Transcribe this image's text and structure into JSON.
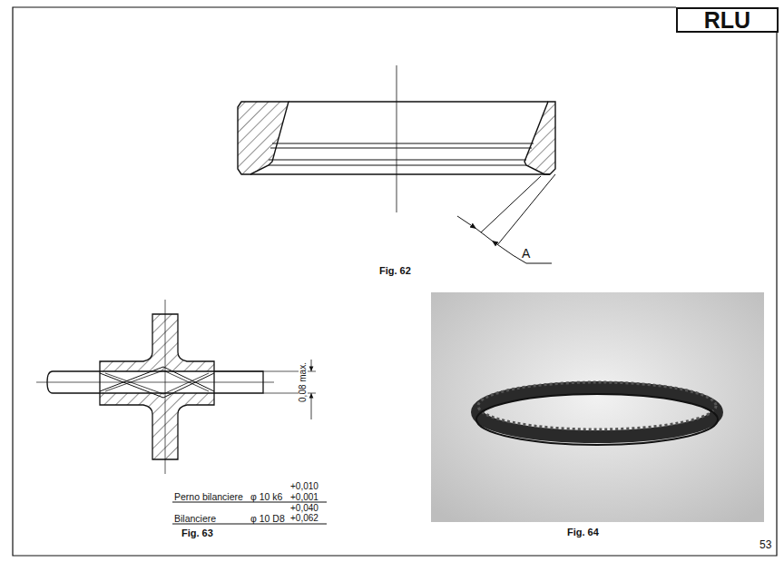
{
  "diagram": {
    "nodes": [
      {
        "text": [
          "RLU"
        ]
      }
    ],
    "labels": [
      "A",
      "Fig. 62",
      "0,08 max.",
      "+0,010",
      "Perno bilanciere",
      "φ 10 k6",
      "+0,001",
      "+0,040",
      "Bilanciere",
      "φ 10 D8",
      "+0,062",
      "Fig. 63",
      "Fig. 64",
      "53"
    ]
  }
}
